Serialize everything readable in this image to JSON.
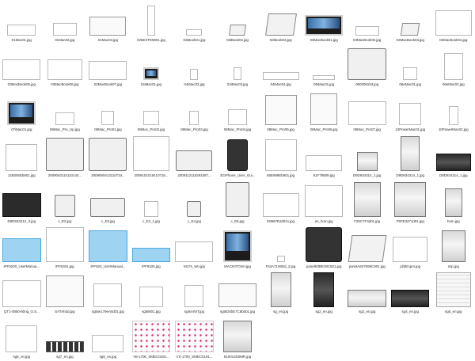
{
  "view": "thumbnail-grid",
  "columns": 11,
  "files": [
    {
      "name": "01Mac01.jpg",
      "thumb": "line",
      "w": 36,
      "h": 14
    },
    {
      "name": "01Mac02.jpg",
      "thumb": "line",
      "w": 30,
      "h": 16
    },
    {
      "name": "01Mac03.jpg",
      "thumb": "s",
      "w": 46,
      "h": 24
    },
    {
      "name": "025EXTE5801.jpg",
      "thumb": "line",
      "w": 10,
      "h": 38
    },
    {
      "name": "02iBook01.jpg",
      "thumb": "line",
      "w": 20,
      "h": 8
    },
    {
      "name": "02iBook02.jpg",
      "thumb": "laptop",
      "w": 20,
      "h": 14
    },
    {
      "name": "02iBook03.jpg",
      "thumb": "laptop",
      "w": 36,
      "h": 28
    },
    {
      "name": "03MacBook01.jpg",
      "thumb": "screen",
      "w": 50,
      "h": 26
    },
    {
      "name": "03MacBook02.jpg",
      "thumb": "line",
      "w": 30,
      "h": 12
    },
    {
      "name": "03MacBook03.jpg",
      "thumb": "laptop",
      "w": 22,
      "h": 16
    },
    {
      "name": "03MacBook04.jpg",
      "thumb": "line",
      "w": 46,
      "h": 32
    },
    {
      "name": "03MacBook05.jpg",
      "thumb": "line",
      "w": 48,
      "h": 26
    },
    {
      "name": "03MacBook06.jpg",
      "thumb": "line",
      "w": 44,
      "h": 26
    },
    {
      "name": "03MacBook07.jpg",
      "thumb": "line",
      "w": 48,
      "h": 24
    },
    {
      "name": "04iMac01.jpg",
      "thumb": "screen",
      "w": 20,
      "h": 16
    },
    {
      "name": "04iMac02.jpg",
      "thumb": "line",
      "w": 10,
      "h": 14
    },
    {
      "name": "04iMac03.jpg",
      "thumb": "line",
      "w": 10,
      "h": 16
    },
    {
      "name": "04iMac04.jpg",
      "thumb": "line",
      "w": 46,
      "h": 10
    },
    {
      "name": "05iMac01.jpg",
      "thumb": "line",
      "w": 28,
      "h": 6
    },
    {
      "name": "060306153.jpg",
      "thumb": "printer",
      "w": 50,
      "h": 40
    },
    {
      "name": "06eMac01.jpg",
      "thumb": "line",
      "w": 18,
      "h": 16
    },
    {
      "name": "06eMac02.jpg",
      "thumb": "line",
      "w": 24,
      "h": 34
    },
    {
      "name": "07iMac01.jpg",
      "thumb": "screen",
      "w": 36,
      "h": 30
    },
    {
      "name": "08Mac_Pro_Up.jpg",
      "thumb": "line",
      "w": 24,
      "h": 16
    },
    {
      "name": "08Mac_Pro01.jpg",
      "thumb": "line",
      "w": 16,
      "h": 18
    },
    {
      "name": "08Mac_Pro02.jpg",
      "thumb": "line",
      "w": 20,
      "h": 18
    },
    {
      "name": "08Mac_Pro03.jpg",
      "thumb": "line",
      "w": 12,
      "h": 18
    },
    {
      "name": "08Mac_Pro04.jpg",
      "thumb": "line",
      "w": 24,
      "h": 20
    },
    {
      "name": "08Mac_Pro05.jpg",
      "thumb": "s",
      "w": 40,
      "h": 38
    },
    {
      "name": "08Mac_Pro06.jpg",
      "thumb": "s",
      "w": 34,
      "h": 40
    },
    {
      "name": "08Mac_Pro07.jpg",
      "thumb": "line",
      "w": 48,
      "h": 30
    },
    {
      "name": "10PowerMac01.jpg",
      "thumb": "line",
      "w": 28,
      "h": 28
    },
    {
      "name": "10PowerMac02.jpg",
      "thumb": "line",
      "w": 12,
      "h": 24
    },
    {
      "name": "11B006Eb801.jpg",
      "thumb": "line",
      "w": 40,
      "h": 34
    },
    {
      "name": "2009040110110140...",
      "thumb": "printer",
      "w": 48,
      "h": 42
    },
    {
      "name": "2009080413110734...",
      "thumb": "printer",
      "w": 48,
      "h": 42
    },
    {
      "name": "2009101016410718...",
      "thumb": "line",
      "w": 46,
      "h": 44
    },
    {
      "name": "2009112115291087...",
      "thumb": "printer",
      "w": 46,
      "h": 26
    },
    {
      "name": "3GiPhone_User_Gui...",
      "thumb": "phone",
      "w": 26,
      "h": 40
    },
    {
      "name": "65E999Eb801.jpg",
      "thumb": "line",
      "w": 40,
      "h": 40
    },
    {
      "name": "81F78809.jpg",
      "thumb": "line",
      "w": 46,
      "h": 20
    },
    {
      "name": "D9D934314_1.jpg",
      "thumb": "tower",
      "w": 26,
      "h": 24
    },
    {
      "name": "D9D934314_1.jpg",
      "thumb": "tower",
      "w": 24,
      "h": 50
    },
    {
      "name": "D9D934314_1.jpg",
      "thumb": "towerdark",
      "w": 44,
      "h": 22
    },
    {
      "name": "D9D934314_3.jpg",
      "thumb": "dark",
      "w": 50,
      "h": 30
    },
    {
      "name": "c_E2.jpg",
      "thumb": "printer",
      "w": 26,
      "h": 28
    },
    {
      "name": "c_E3.jpg",
      "thumb": "printer",
      "w": 44,
      "h": 24
    },
    {
      "name": "c_E3_1.jpg",
      "thumb": "line",
      "w": 18,
      "h": 20
    },
    {
      "name": "c_E4.jpg",
      "thumb": "printer",
      "w": 18,
      "h": 20
    },
    {
      "name": "c_E5.jpg",
      "thumb": "printer",
      "w": 30,
      "h": 46
    },
    {
      "name": "E8967E2d01x.jpg",
      "thumb": "line",
      "w": 46,
      "h": 30
    },
    {
      "name": "en_hom.jpg",
      "thumb": "line",
      "w": 48,
      "h": 40
    },
    {
      "name": "F25C7F4d01.jpg",
      "thumb": "tower",
      "w": 34,
      "h": 44
    },
    {
      "name": "F5FE3471d01.jpg",
      "thumb": "tower",
      "w": 40,
      "h": 44
    },
    {
      "name": "hom.jpg",
      "thumb": "tower",
      "w": 22,
      "h": 36
    },
    {
      "name": "iPF6200_UserManua...",
      "thumb": "blue",
      "w": 50,
      "h": 30
    },
    {
      "name": "iPF6301.jpg",
      "thumb": "line",
      "w": 50,
      "h": 46
    },
    {
      "name": "iPF820_UserManual...",
      "thumb": "blue",
      "w": 50,
      "h": 40
    },
    {
      "name": "iPF9100.jpg",
      "thumb": "blue",
      "w": 50,
      "h": 18
    },
    {
      "name": "M17s_Wo.jpg",
      "thumb": "line",
      "w": 48,
      "h": 26
    },
    {
      "name": "MACINTOSH.jpg",
      "thumb": "screen",
      "w": 36,
      "h": 40
    },
    {
      "name": "Fs3A7106Dd_2.jpg",
      "thumb": "line",
      "w": 10,
      "h": 8
    },
    {
      "name": "panelE0BE39C801.jpg",
      "thumb": "phone",
      "w": 46,
      "h": 46
    },
    {
      "name": "panelA637696C801.jpg",
      "thumb": "laptop",
      "w": 44,
      "h": 34
    },
    {
      "name": "pl/dEnpro.jpg",
      "thumb": "line",
      "w": 44,
      "h": 32
    },
    {
      "name": "snp.jpg",
      "thumb": "tower",
      "w": 30,
      "h": 40
    },
    {
      "name": "QT1-0850-60ng_O.S...",
      "thumb": "line",
      "w": 50,
      "h": 34
    },
    {
      "name": "SATAhdd.jpg",
      "thumb": "s",
      "w": 50,
      "h": 40
    },
    {
      "name": "sgtsw179eA0d01.jpg",
      "thumb": "line",
      "w": 36,
      "h": 30
    },
    {
      "name": "sgtsi801.jpg",
      "thumb": "line",
      "w": 30,
      "h": 26
    },
    {
      "name": "sgtsAr5IT.jpg",
      "thumb": "line",
      "w": 24,
      "h": 28
    },
    {
      "name": "sgtsD4bE7C8bd01.jpg",
      "thumb": "s",
      "w": 50,
      "h": 30
    },
    {
      "name": "sg_en.jpg",
      "thumb": "tower",
      "w": 26,
      "h": 48
    },
    {
      "name": "sg2_en.jpg",
      "thumb": "towerdark",
      "w": 26,
      "h": 48
    },
    {
      "name": "sg3_en.jpg",
      "thumb": "tower",
      "w": 54,
      "h": 22
    },
    {
      "name": "sg4_en.jpg",
      "thumb": "towerdark",
      "w": 54,
      "h": 22
    },
    {
      "name": "sg5_en.jpg",
      "thumb": "board",
      "w": 44,
      "h": 46
    },
    {
      "name": "sg6_en.jpg",
      "thumb": "line",
      "w": 40,
      "h": 34
    },
    {
      "name": "sg7_en.jpg",
      "thumb": "ram",
      "w": 50,
      "h": 14
    },
    {
      "name": "sg8_en.jpg",
      "thumb": "line",
      "w": 40,
      "h": 22
    },
    {
      "name": "V8-1700_SMEC0191...",
      "thumb": "pinkboard",
      "w": 50,
      "h": 40
    },
    {
      "name": "VX-1700_SMEC0191...",
      "thumb": "pinkboard",
      "w": 50,
      "h": 40
    },
    {
      "name": "810014D0MR.jpg",
      "thumb": "tower",
      "w": 36,
      "h": 40
    }
  ]
}
